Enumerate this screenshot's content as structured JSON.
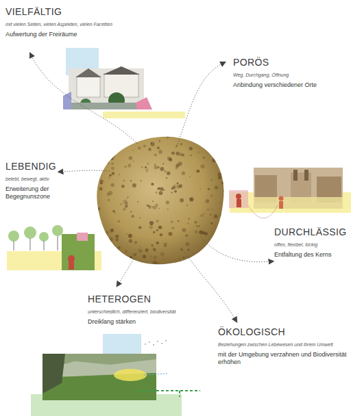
{
  "diagram": {
    "nodes": [
      {
        "text": [
          "VIELFÄLTIG",
          "mit vielen Seiten, vielen Aspekten, vielen Facetten",
          "Aufwertung der Freiräume"
        ]
      },
      {
        "text": [
          "PORÖS",
          "Weg, Durchgang, Öffnung",
          "Anbindung verschiedener Orte"
        ]
      },
      {
        "text": [
          "LEBENDIG",
          "belebt, bewegt, aktiv",
          "Erweiterung der Begegnunszone"
        ]
      },
      {
        "text": [
          "DURCHLÄSSIG",
          "offen, flexibel, lückig",
          "Entfaltung des Kerns"
        ]
      },
      {
        "text": [
          "HETEROGEN",
          "unterschiedlich, differenziert, biodiversität",
          "Dreiklang stärken"
        ]
      },
      {
        "text": [
          "ÖKOLOGISCH",
          "Beziehungen zwischen Lebewesen  und ihrem Umwelt",
          "mit der Umgebung verzahnen und Biodiversität erhöhen"
        ]
      }
    ]
  }
}
